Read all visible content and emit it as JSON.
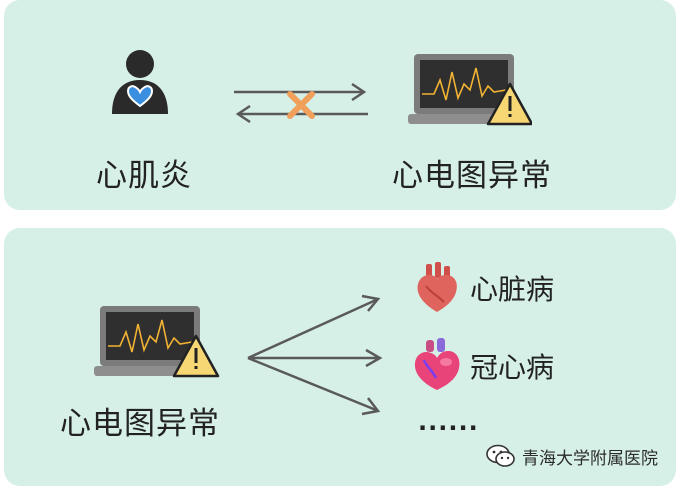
{
  "colors": {
    "panel_background": "#d6efe7",
    "text": "#222222",
    "arrow": "#5a5a5a",
    "cross": "#f0a05a",
    "heart_badge": "#3a8fe0",
    "warning_fill": "#f7d774",
    "heart_red": "#e0645e",
    "heart_pink": "#e8447a"
  },
  "top_panel": {
    "left_label": "心肌炎",
    "right_label": "心电图异常",
    "left_icon": "person-heart-icon",
    "right_icon": "ecg-monitor-warning-icon",
    "relation_icon": "crossed-bidirectional-arrows-icon"
  },
  "bottom_panel": {
    "source_label": "心电图异常",
    "source_icon": "ecg-monitor-warning-icon",
    "branches": [
      {
        "label": "心脏病",
        "icon": "anatomical-heart-icon"
      },
      {
        "label": "冠心病",
        "icon": "heart-organ-icon"
      }
    ],
    "ellipsis": "......"
  },
  "watermark": {
    "icon": "wechat-icon",
    "text": "青海大学附属医院"
  }
}
